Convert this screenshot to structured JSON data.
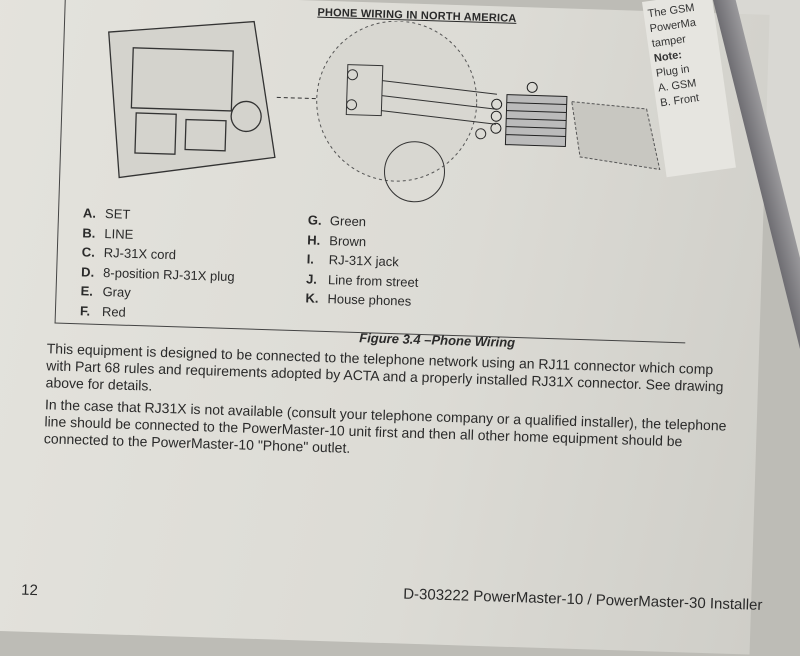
{
  "figure": {
    "title": "PHONE WIRING IN NORTH AMERICA",
    "caption": "Figure 3.4 –Phone Wiring",
    "legend_left": [
      {
        "key": "A.",
        "label": "SET"
      },
      {
        "key": "B.",
        "label": "LINE"
      },
      {
        "key": "C.",
        "label": "RJ-31X cord"
      },
      {
        "key": "D.",
        "label": "8-position RJ-31X plug"
      },
      {
        "key": "E.",
        "label": "Gray"
      },
      {
        "key": "F.",
        "label": "Red"
      }
    ],
    "legend_right": [
      {
        "key": "G.",
        "label": "Green"
      },
      {
        "key": "H.",
        "label": "Brown"
      },
      {
        "key": "I.",
        "label": "RJ-31X jack"
      },
      {
        "key": "J.",
        "label": "Line from street"
      },
      {
        "key": "K.",
        "label": "House phones"
      }
    ]
  },
  "body": {
    "p1_l1": "This equipment is designed to be connected to the telephone network using an RJ11 connector which comp",
    "p1_l2": "with Part 68 rules and requirements adopted by ACTA and a properly installed RJ31X connector. See drawing",
    "p1_l3": "above for details.",
    "p2_l1": "In the case that RJ31X is not available (consult your telephone company or a qualified installer), the telephone",
    "p2_l2": "line should be connected to the PowerMaster-10 unit first and then all other home equipment should be",
    "p2_l3": "connected to the PowerMaster-10 \"Phone\" outlet."
  },
  "footer": {
    "page_number": "12",
    "doc_title": "D-303222 PowerMaster-10 / PowerMaster-30 Installer"
  },
  "side_page": {
    "l1": "The GSM",
    "l2": "PowerMa",
    "l3": "tamper",
    "l4": "Note:",
    "l5": "Plug in",
    "l6": "A. GSM",
    "l7": "B. Front"
  }
}
